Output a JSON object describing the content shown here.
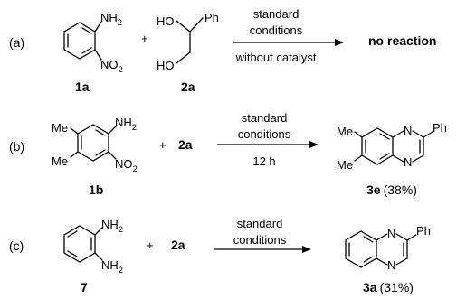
{
  "rows": [
    {
      "label": "(a)",
      "reactant1": {
        "groups": [
          "NH2",
          "NO2"
        ],
        "id": "1a"
      },
      "plus1": "+",
      "reactant2": {
        "groups": [
          "HO",
          "Ph",
          "HO"
        ],
        "id": "2a"
      },
      "conditions_top": [
        "standard",
        "conditions"
      ],
      "conditions_bottom": "without catalyst",
      "result": "no reaction"
    },
    {
      "label": "(b)",
      "reactant1": {
        "groups": [
          "Me",
          "Me",
          "NH2",
          "NO2"
        ],
        "id": "1b"
      },
      "plus": "+",
      "reagent": "2a",
      "conditions_top": [
        "standard",
        "conditions"
      ],
      "conditions_bottom": "12 h",
      "product": {
        "groups": [
          "Me",
          "Me",
          "N",
          "N",
          "Ph"
        ],
        "id": "3e",
        "yield": "(38%)"
      }
    },
    {
      "label": "(c)",
      "reactant1": {
        "groups": [
          "NH2",
          "NH2"
        ],
        "id": "7"
      },
      "plus": "+",
      "reagent": "2a",
      "conditions_top": [
        "standard",
        "conditions"
      ],
      "product": {
        "groups": [
          "N",
          "N",
          "Ph"
        ],
        "id": "3a",
        "yield": "(31%)"
      }
    }
  ]
}
